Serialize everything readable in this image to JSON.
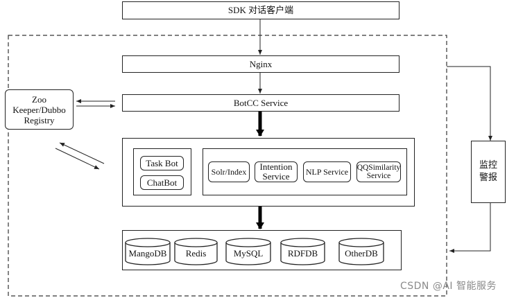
{
  "top": {
    "sdk_label": "SDK 对话客户端"
  },
  "nginx_label": "Nginx",
  "botcc_label": "BotCC Service",
  "registry": {
    "line1": "Zoo",
    "line2": "Keeper/Dubbo",
    "line3": "Registry"
  },
  "bots": [
    {
      "label": "Task Bot"
    },
    {
      "label": "ChatBot"
    }
  ],
  "services": [
    {
      "line1": "Solr/Index",
      "line2": ""
    },
    {
      "line1": "Intention",
      "line2": "Service"
    },
    {
      "line1": "NLP Service",
      "line2": ""
    },
    {
      "line1": "QQSimilarity",
      "line2": "Service"
    }
  ],
  "databases": [
    {
      "label": "MangoDB"
    },
    {
      "label": "Redis"
    },
    {
      "label": "MySQL"
    },
    {
      "label": "RDFDB"
    },
    {
      "label": "OtherDB"
    }
  ],
  "monitor": {
    "line1": "监控",
    "line2": "警报"
  },
  "watermark": "CSDN @AI 智能服务"
}
